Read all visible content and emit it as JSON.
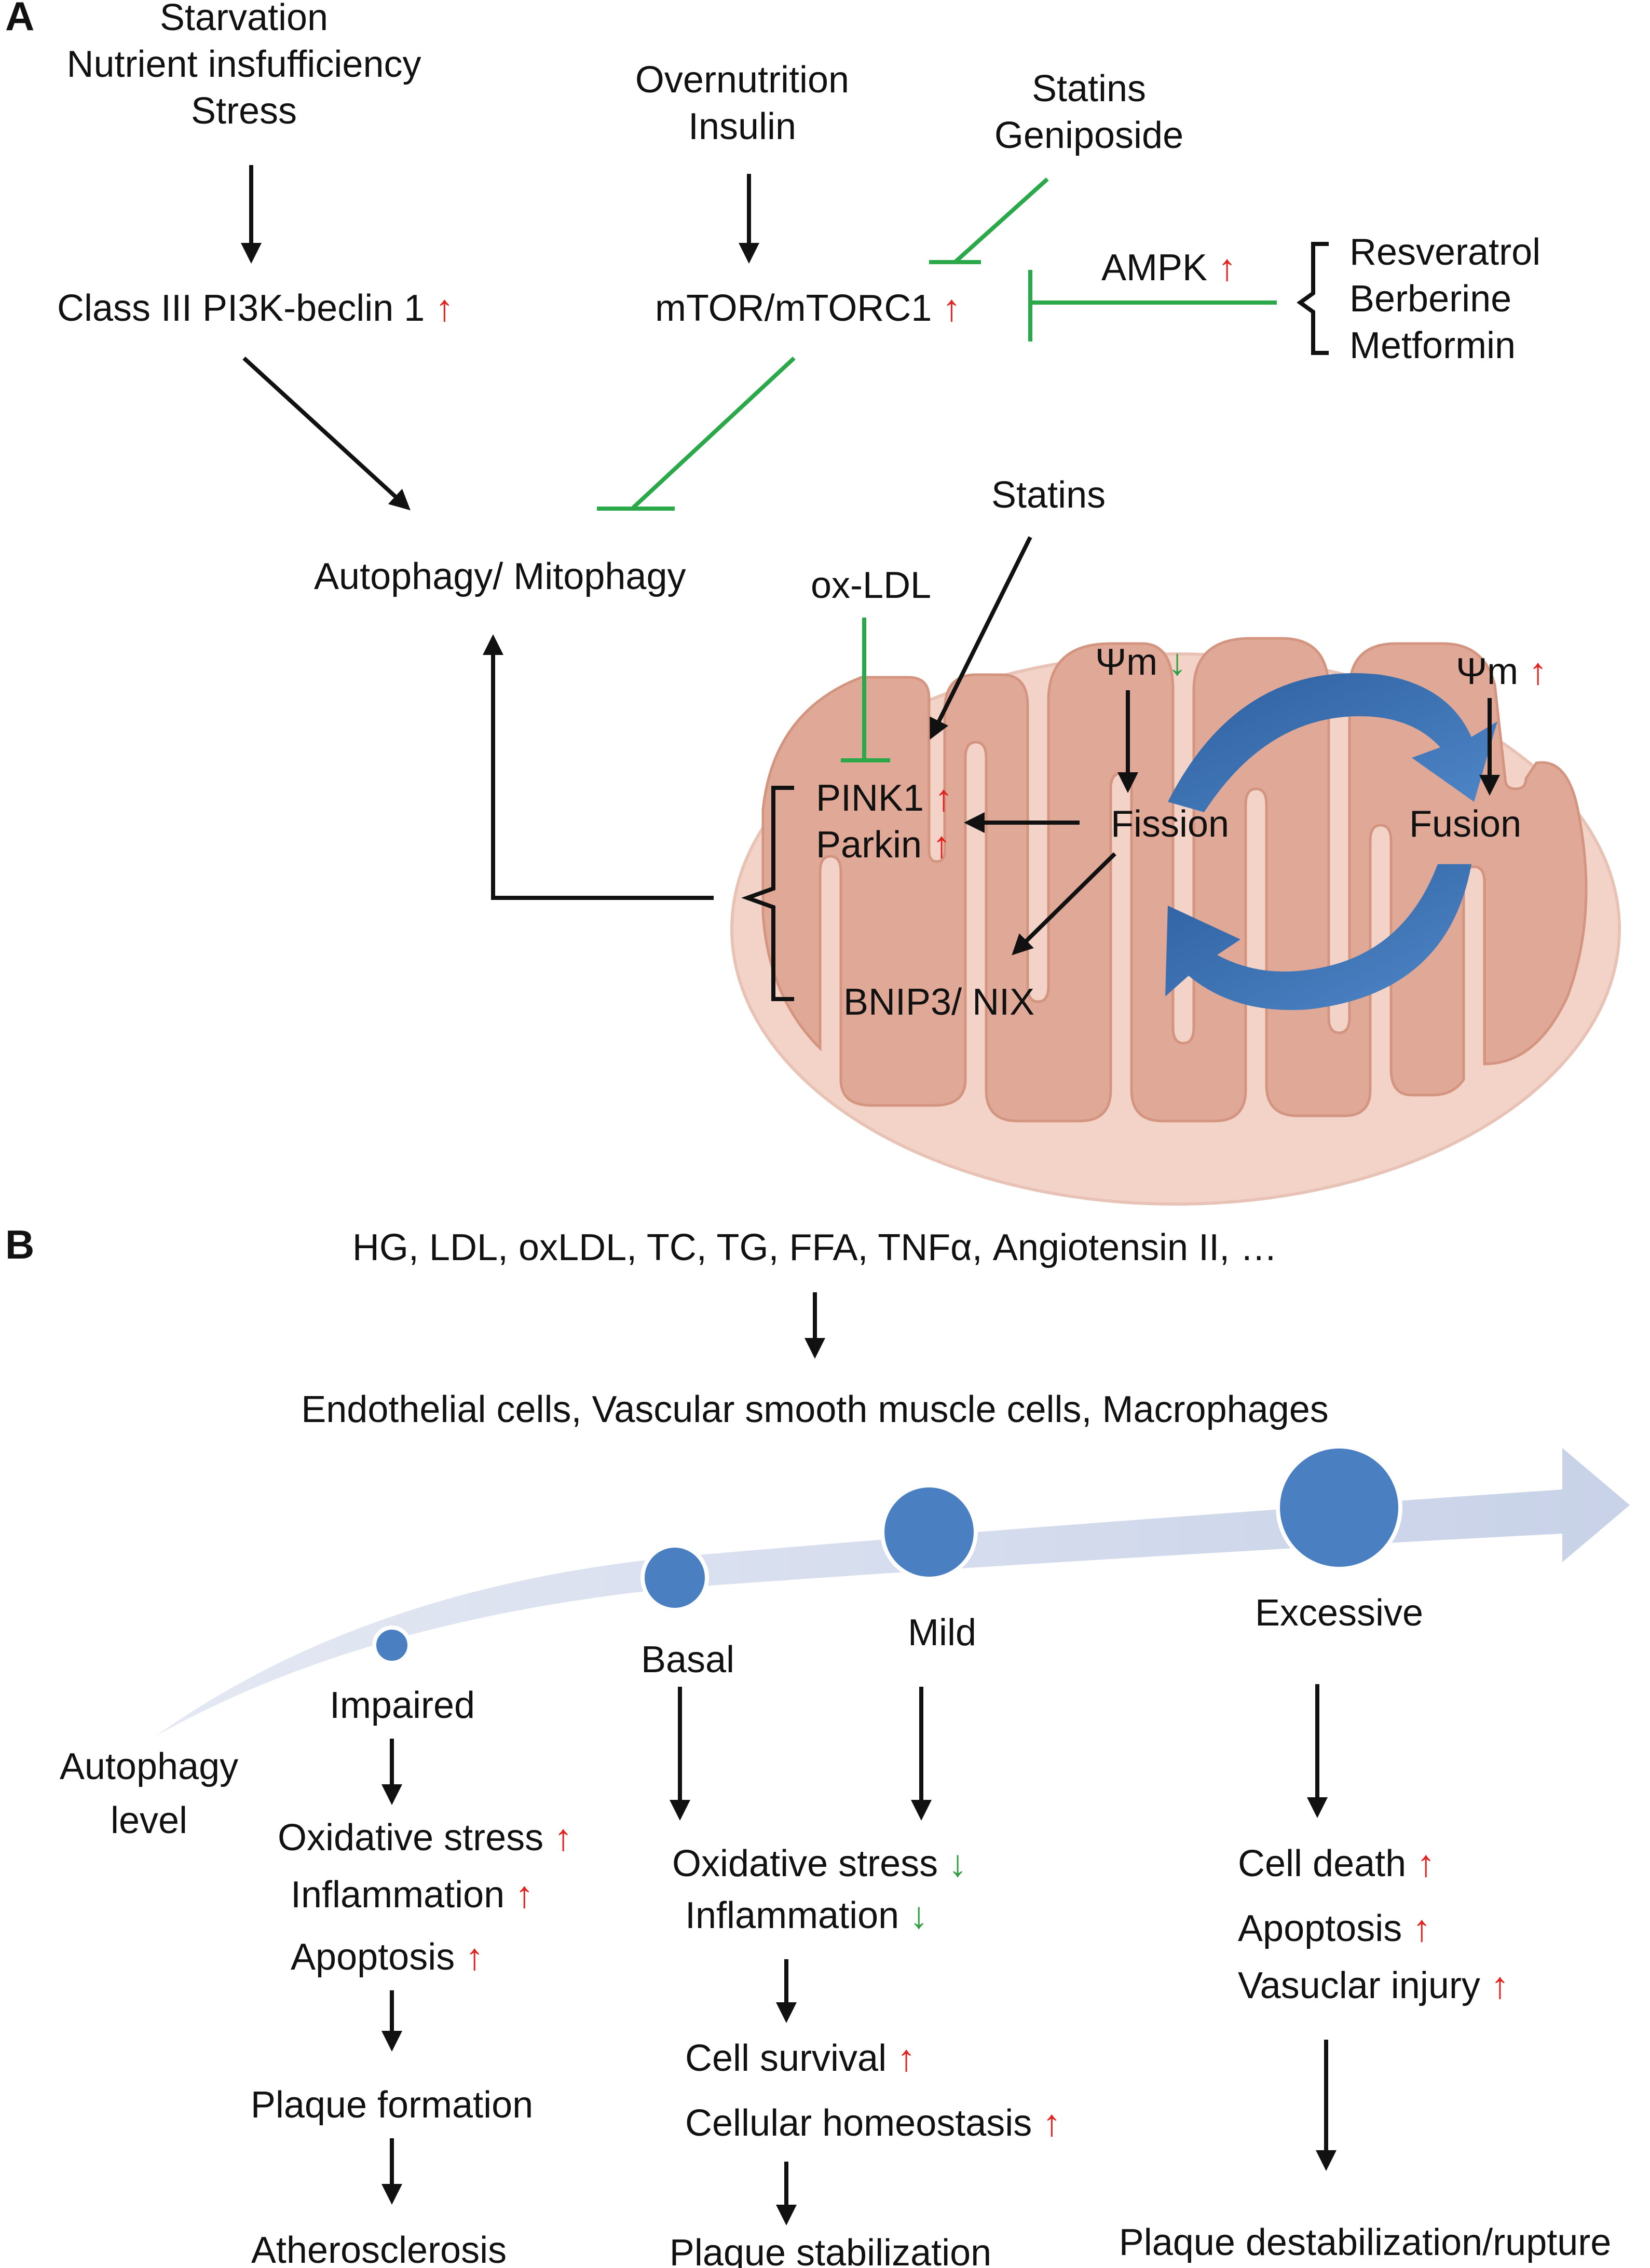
{
  "panel_a": {
    "label": "A",
    "triggers_left": [
      "Starvation",
      "Nutrient insfufficiency",
      "Stress"
    ],
    "pi3k": "Class III PI3K-beclin 1",
    "triggers_mid": [
      "Overnutrition",
      "Insulin"
    ],
    "mtor": "mTOR/mTORC1",
    "statins_geniposide": [
      "Statins",
      "Geniposide"
    ],
    "ampk": "AMPK",
    "activators": [
      "Resveratrol",
      "Berberine",
      "Metformin"
    ],
    "autophagy": "Autophagy/ Mitophagy",
    "statins": "Statins",
    "oxldl": "ox-LDL",
    "psi_left": "Ψm",
    "psi_right": "Ψm",
    "pink1": "PINK1",
    "parkin": "Parkin",
    "fission": "Fission",
    "fusion": "Fusion",
    "bnip3": "BNIP3/ NIX",
    "up_arrow": "↑",
    "down_arrow": "↓"
  },
  "panel_b": {
    "label": "B",
    "stimuli": "HG, LDL, oxLDL, TC, TG, FFA, TNFα, Angiotensin II, …",
    "cells": "Endothelial cells, Vascular smooth muscle cells, Macrophages",
    "axis_label": [
      "Autophagy",
      "level"
    ],
    "levels": [
      "Impaired",
      "Basal",
      "Mild",
      "Excessive"
    ],
    "impaired_effects": [
      "Oxidative stress",
      "Inflammation",
      "Apoptosis"
    ],
    "impaired_outcome": [
      "Plaque formation",
      "Atherosclerosis"
    ],
    "basal_mild_effects": [
      "Oxidative stress",
      "Inflammation"
    ],
    "basal_mild_benefits": [
      "Cell survival",
      "Cellular homeostasis"
    ],
    "basal_mild_outcome": "Plaque stabilization",
    "excessive_effects": [
      "Cell death",
      "Apoptosis",
      "Vasuclar injury"
    ],
    "excessive_outcome": "Plaque destabilization/rupture"
  },
  "colors": {
    "up": "#e3221d",
    "down": "#2e9e3e",
    "inhibit": "#2aa84a",
    "circle": "#4a7fc1",
    "band": "#d5dcec",
    "mito_outer": "#f3d3c8",
    "mito_inner": "#e0a896",
    "cycle": "#3d72b6"
  }
}
